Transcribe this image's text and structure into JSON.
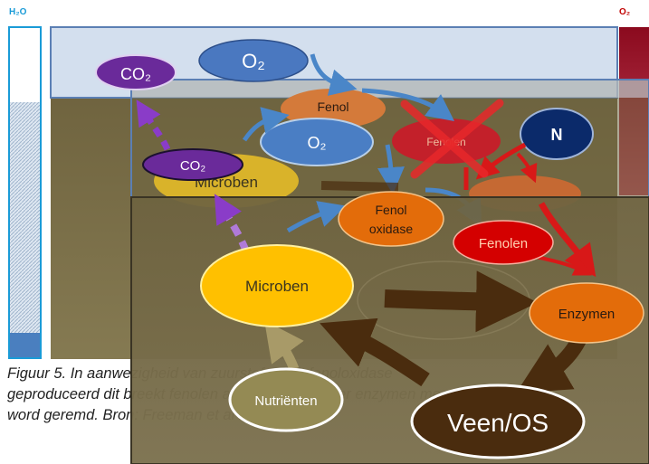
{
  "labels": {
    "h2o": "H₂O",
    "o2_right": "O₂",
    "co2_top": "CO₂",
    "o2_top": "O₂",
    "fenol_top": "Fenol",
    "fenolen_crossed": "Fenolen",
    "n": "N",
    "o2_mid": "O₂",
    "co2_mid": "CO₂",
    "microben_back": "Microben",
    "fenol_oxidase_line1": "Fenol",
    "fenol_oxidase_line2": "oxidase",
    "fenolen": "Fenolen",
    "microben": "Microben",
    "enzymen": "Enzymen",
    "nutrienten": "Nutriënten",
    "veen": "Veen/OS"
  },
  "caption": {
    "line1": "Figuur 5. In aanwezigheid van zuurstof wordt fenoloxidase",
    "line2": "geproduceerd dit breekt fenolen af waardoor minder enzymen meer",
    "line3": "word geremd. Bron: Freeman et al 2012."
  },
  "colors": {
    "water_blue": "#1a9bd7",
    "oxygen_red": "#8b0a1e",
    "o2_blob": "#4a78c0",
    "co2_purple": "#6a2a9a",
    "microben_yellow": "#ffc000",
    "fenolen_red": "#d40000",
    "enzymen_orange": "#e36c0a",
    "nutrienten": "#948a54",
    "veen": "#4a2c0e",
    "soil": "#6f6440"
  }
}
